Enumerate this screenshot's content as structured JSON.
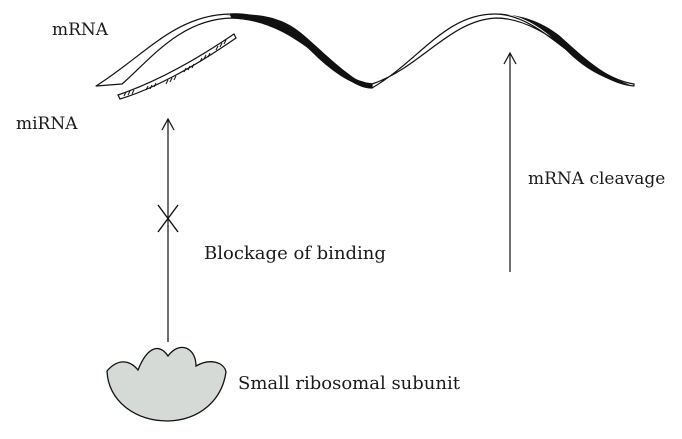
{
  "labels": {
    "mrna": "mRNA",
    "mirna": "miRNA",
    "cleavage": "mRNA cleavage",
    "blockage": "Blockage of binding",
    "subunit": "Small ribosomal subunit"
  },
  "colors": {
    "ink": "#111111",
    "subunit_fill": "#d5dad7",
    "background": "#ffffff"
  }
}
